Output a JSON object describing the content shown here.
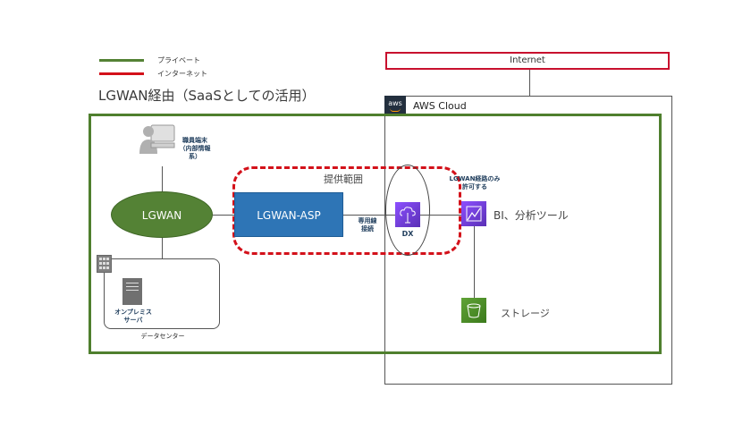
{
  "legend": [
    {
      "label": "プライベート",
      "color": "#548235"
    },
    {
      "label": "インターネット",
      "color": "#d3111a"
    }
  ],
  "title": "LGWAN経由（SaaSとしての活用）",
  "internet": {
    "label": "Internet",
    "border_color": "#c8102e"
  },
  "aws": {
    "logo_text": "aws",
    "label": "AWS Cloud"
  },
  "nodes": {
    "terminal": {
      "label_line1": "職員端末",
      "label_line2": "（内部情報",
      "label_line3": "系）",
      "icon": "user-terminal-icon"
    },
    "lgwan": {
      "label": "LGWAN",
      "color": "#548235"
    },
    "asp": {
      "label": "LGWAN-ASP",
      "color": "#2e75b6"
    },
    "dedicated_line": {
      "line1": "専用線",
      "line2": "接続"
    },
    "dx": {
      "label": "DX",
      "icon": "direct-connect-icon"
    },
    "lgwan_only": {
      "line1": "LGWAN経路のみ",
      "line2": "許可する"
    },
    "bi": {
      "label": "BI、分析ツール",
      "icon": "quicksight-icon"
    },
    "storage": {
      "label": "ストレージ",
      "icon": "s3-bucket-icon"
    },
    "datacenter": {
      "label": "データセンター",
      "icon": "building-icon"
    },
    "onprem": {
      "line1": "オンプレミス",
      "line2": "サーバ",
      "icon": "server-icon"
    }
  },
  "scope_label": "提供範囲",
  "colors": {
    "private": "#4f7f2e",
    "internet": "#d3111a",
    "aws_purple": "#7b42e0",
    "storage_green": "#4a8f2a"
  }
}
